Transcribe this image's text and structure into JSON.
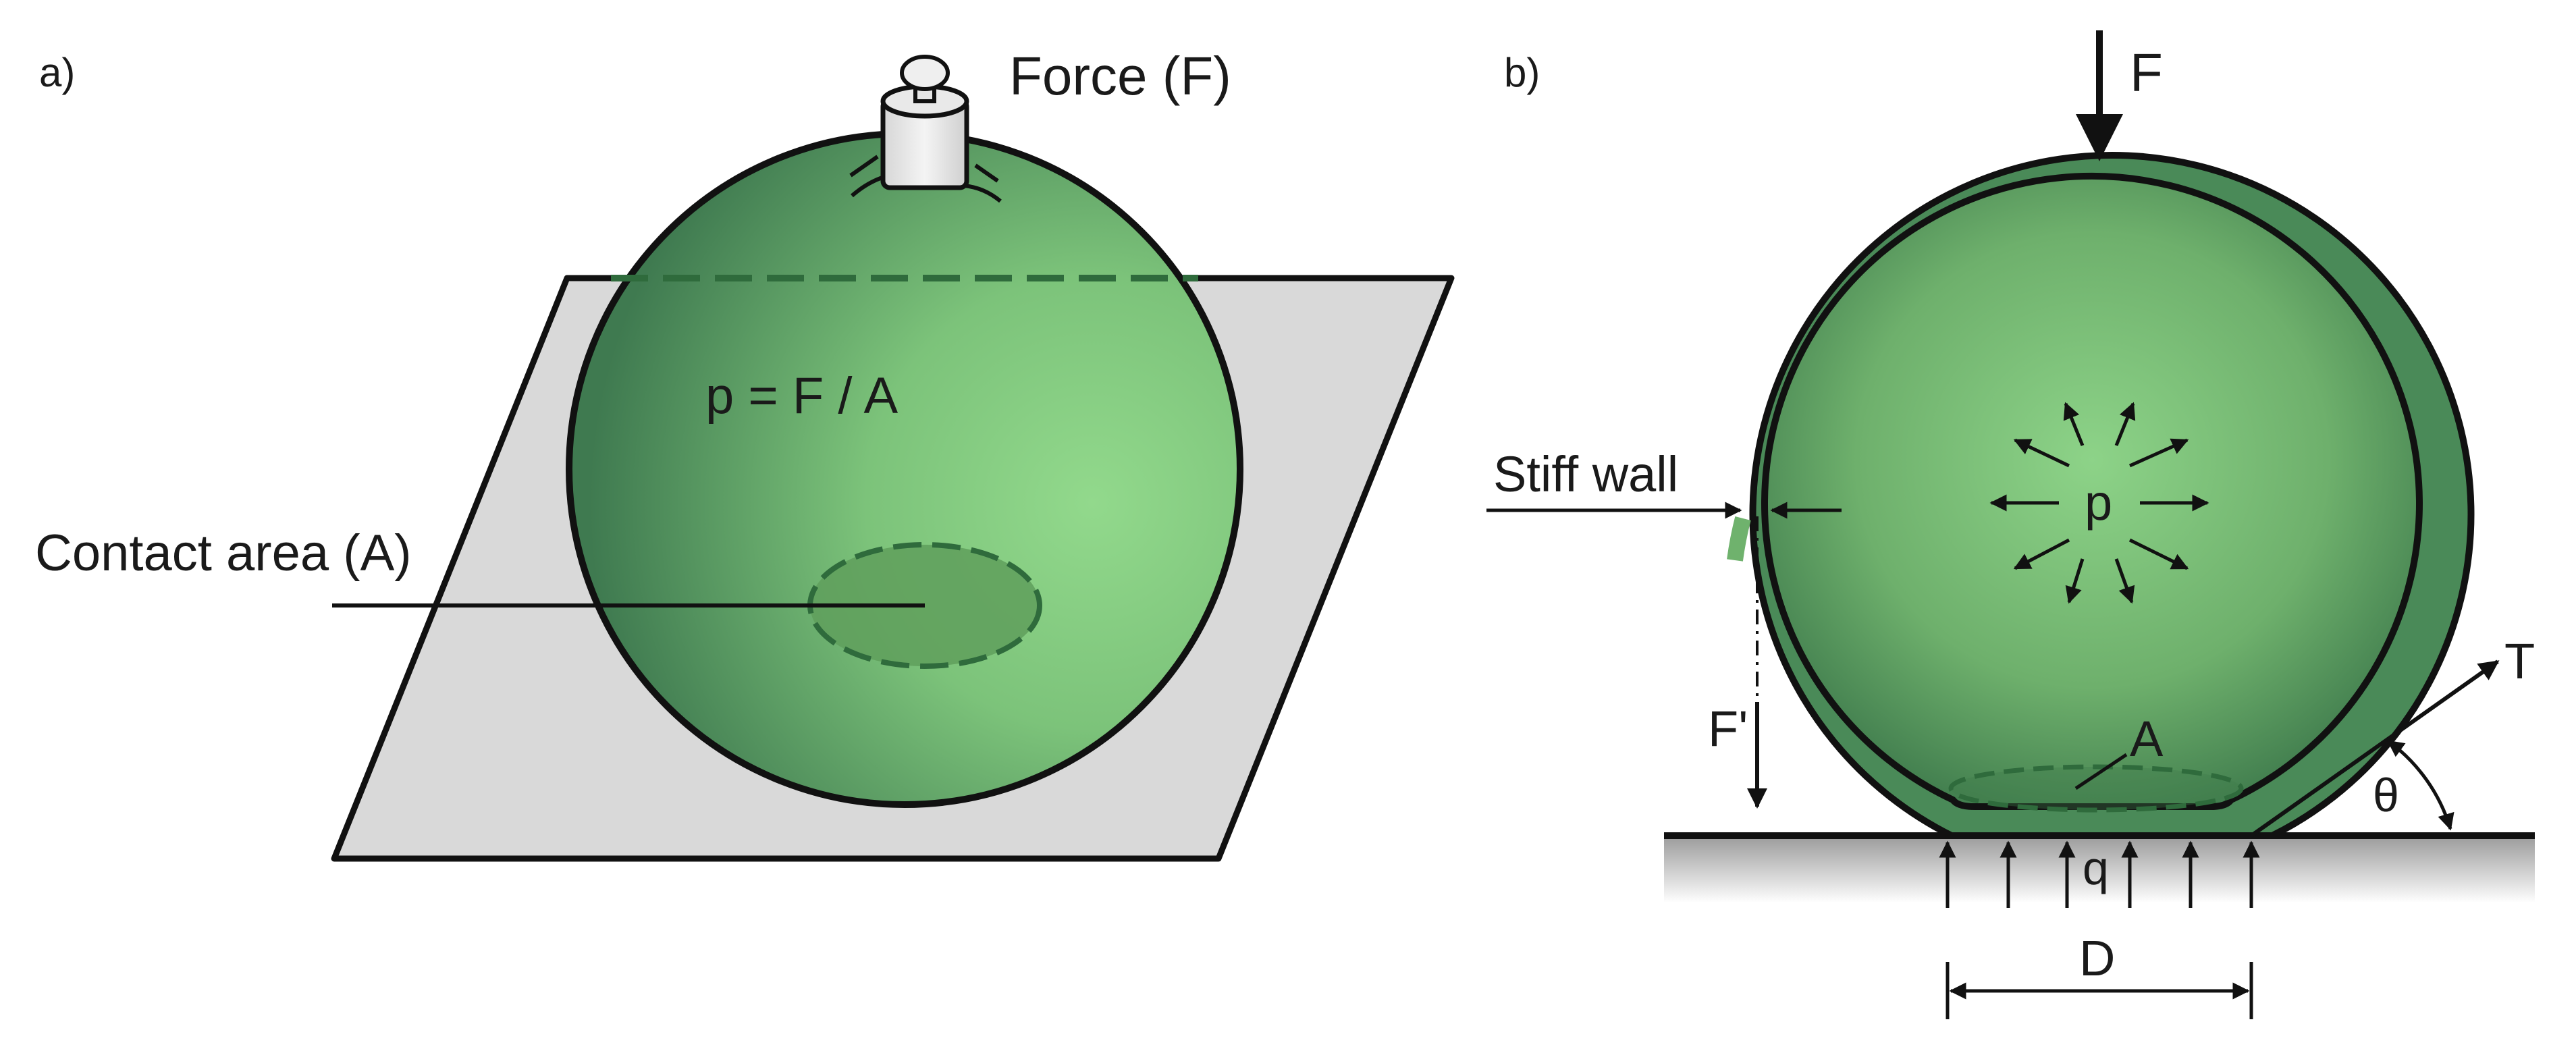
{
  "panel_a": {
    "label": "a)",
    "force_label": "Force (F)",
    "equation": "p = F / A",
    "contact_label": "Contact area (A)"
  },
  "panel_b": {
    "label": "b)",
    "force_label": "F",
    "wall_label": "Stiff wall",
    "pressure_label": "p",
    "reaction_label": "F'",
    "area_label": "A",
    "tension_label": "T",
    "angle_label": "θ",
    "ground_pressure_label": "q",
    "diameter_label": "D"
  },
  "colors": {
    "sphere_light": "#8fd48a",
    "sphere_dark": "#3f7a4a",
    "wall_green": "#4a8a58",
    "plane_fill": "#d9d9d9",
    "outline": "#111111"
  }
}
